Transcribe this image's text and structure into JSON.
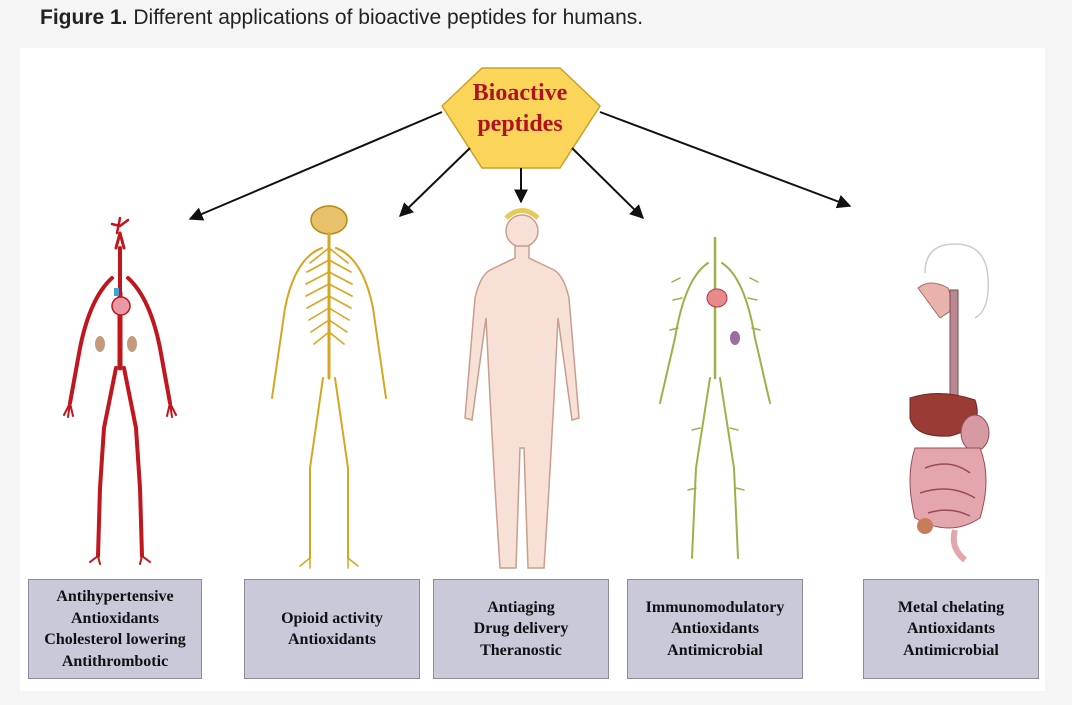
{
  "caption": {
    "label": "Figure 1.",
    "text": "Different applications of bioactive peptides for humans."
  },
  "hub": {
    "lines": [
      "Bioactive",
      "peptides"
    ]
  },
  "systems": [
    {
      "icon": "circulatory-system-icon",
      "lines": [
        "Antihypertensive",
        "Antioxidants",
        "Cholesterol lowering",
        "Antithrombotic"
      ]
    },
    {
      "icon": "nervous-system-icon",
      "lines": [
        "Opioid activity",
        "Antioxidants"
      ]
    },
    {
      "icon": "human-body-icon",
      "lines": [
        "Antiaging",
        "Drug delivery",
        "Theranostic"
      ]
    },
    {
      "icon": "lymphatic-system-icon",
      "lines": [
        "Immunomodulatory",
        "Antioxidants",
        "Antimicrobial"
      ]
    },
    {
      "icon": "digestive-system-icon",
      "lines": [
        "Metal chelating",
        "Antioxidants",
        "Antimicrobial"
      ]
    }
  ],
  "colors": {
    "hub_fill": "#fbd55a",
    "hub_text": "#b0131f",
    "box_fill": "#c9c9d9",
    "circulatory": "#c0161e",
    "nervous": "#d9a520",
    "skin": "#f7e0d6",
    "lymphatic": "#9db04a",
    "digestive": "#a24f5c"
  }
}
